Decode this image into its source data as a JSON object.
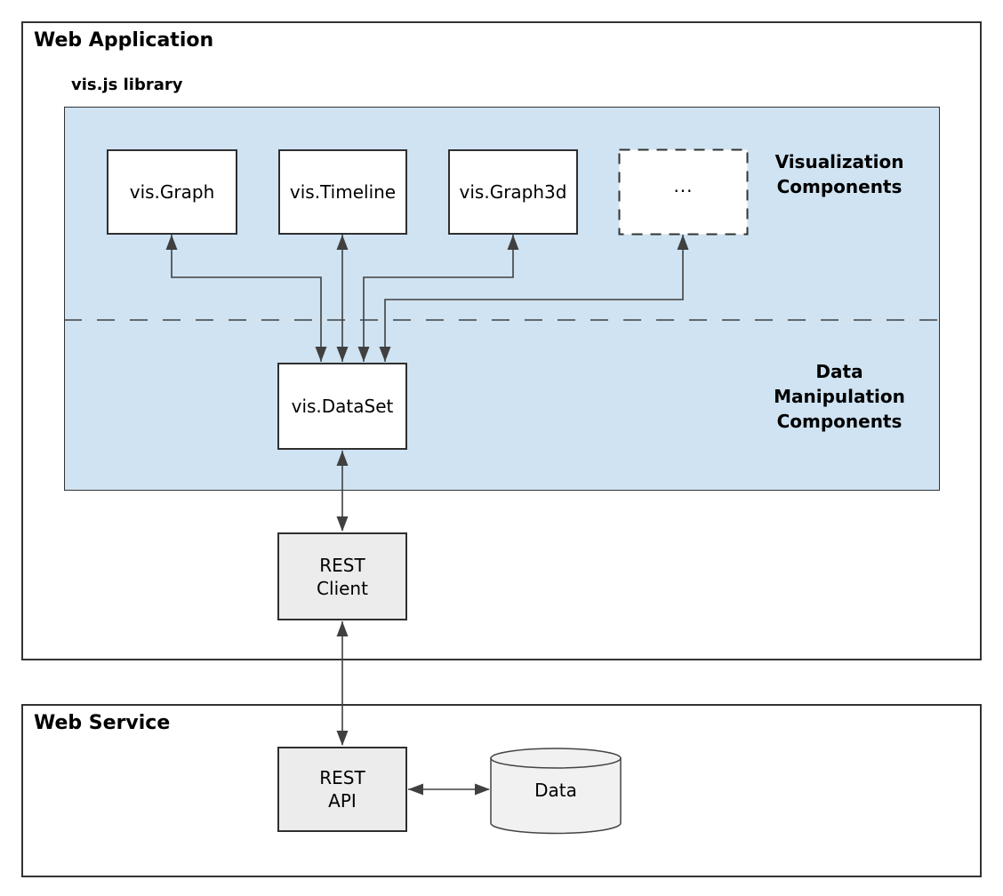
{
  "colors": {
    "library_background": "#cfe3f2",
    "component_box_background": "#ffffff",
    "gray_box_background": "#ececec",
    "cylinder_background": "#f1f1f1",
    "border": "#333333",
    "arrow": "#404040"
  },
  "web_application": {
    "title": "Web Application",
    "library": {
      "label": "vis.js library",
      "visualization": {
        "label": "Visualization Components",
        "boxes": [
          {
            "label": "vis.Graph"
          },
          {
            "label": "vis.Timeline"
          },
          {
            "label": "vis.Graph3d"
          },
          {
            "label": "..."
          }
        ]
      },
      "data_manipulation": {
        "label": "Data Manipulation Components",
        "boxes": [
          {
            "label": "vis.DataSet"
          }
        ]
      }
    },
    "rest_client": {
      "label": "REST Client"
    }
  },
  "web_service": {
    "title": "Web Service",
    "rest_api": {
      "label": "REST API"
    },
    "data_store": {
      "label": "Data"
    }
  },
  "connections": [
    {
      "from": "vis.Graph",
      "to": "vis.DataSet",
      "bidirectional": true
    },
    {
      "from": "vis.Timeline",
      "to": "vis.DataSet",
      "bidirectional": true
    },
    {
      "from": "vis.Graph3d",
      "to": "vis.DataSet",
      "bidirectional": true
    },
    {
      "from": "...",
      "to": "vis.DataSet",
      "bidirectional": true
    },
    {
      "from": "vis.DataSet",
      "to": "REST Client",
      "bidirectional": true
    },
    {
      "from": "REST Client",
      "to": "REST API",
      "bidirectional": true
    },
    {
      "from": "REST API",
      "to": "Data",
      "bidirectional": true
    }
  ]
}
